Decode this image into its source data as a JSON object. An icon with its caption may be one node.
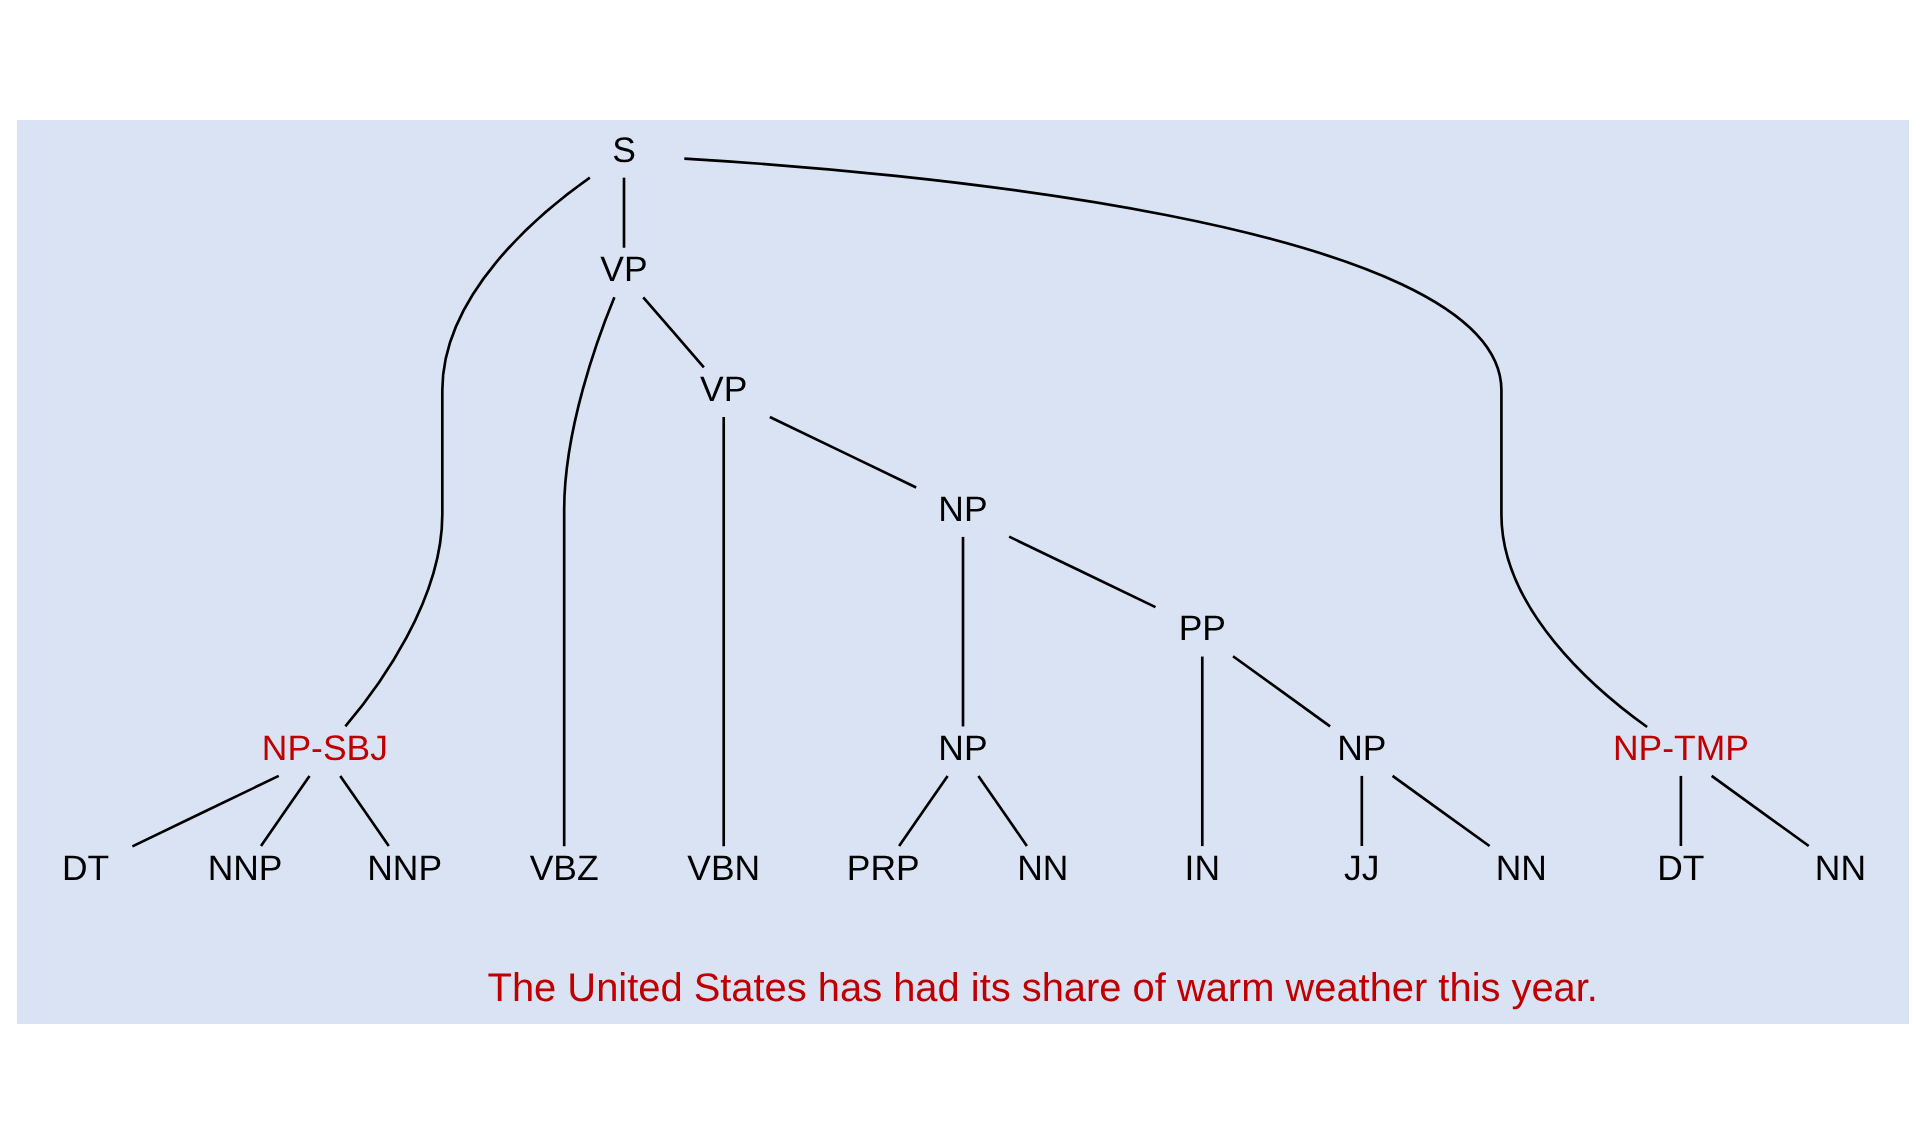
{
  "diagram": {
    "nodes": [
      {
        "text": [
          "S"
        ]
      },
      {
        "text": [
          "VP"
        ]
      },
      {
        "text": [
          "VP"
        ]
      },
      {
        "text": [
          "NP"
        ]
      },
      {
        "text": [
          "PP"
        ]
      },
      {
        "text": [
          "NP-SBJ"
        ]
      },
      {
        "text": [
          "NP"
        ]
      },
      {
        "text": [
          "NP"
        ]
      },
      {
        "text": [
          "NP-TMP"
        ]
      },
      {
        "text": [
          "DT"
        ]
      },
      {
        "text": [
          "NNP"
        ]
      },
      {
        "text": [
          "NNP"
        ]
      },
      {
        "text": [
          "VBZ"
        ]
      },
      {
        "text": [
          "VBN"
        ]
      },
      {
        "text": [
          "PRP"
        ]
      },
      {
        "text": [
          "NN"
        ]
      },
      {
        "text": [
          "IN"
        ]
      },
      {
        "text": [
          "JJ"
        ]
      },
      {
        "text": [
          "NN"
        ]
      },
      {
        "text": [
          "DT"
        ]
      },
      {
        "text": [
          "NN"
        ]
      }
    ],
    "edges": [
      {
        "from": 0,
        "to": 5,
        "arrow": "none"
      },
      {
        "from": 0,
        "to": 1,
        "arrow": "none"
      },
      {
        "from": 0,
        "to": 8,
        "arrow": "none"
      },
      {
        "from": 1,
        "to": 12,
        "arrow": "none"
      },
      {
        "from": 1,
        "to": 2,
        "arrow": "none"
      },
      {
        "from": 2,
        "to": 13,
        "arrow": "none"
      },
      {
        "from": 2,
        "to": 3,
        "arrow": "none"
      },
      {
        "from": 3,
        "to": 6,
        "arrow": "none"
      },
      {
        "from": 3,
        "to": 4,
        "arrow": "none"
      },
      {
        "from": 4,
        "to": 16,
        "arrow": "none"
      },
      {
        "from": 4,
        "to": 7,
        "arrow": "none"
      },
      {
        "from": 5,
        "to": 9,
        "arrow": "none"
      },
      {
        "from": 5,
        "to": 10,
        "arrow": "none"
      },
      {
        "from": 5,
        "to": 11,
        "arrow": "none"
      },
      {
        "from": 6,
        "to": 14,
        "arrow": "none"
      },
      {
        "from": 6,
        "to": 15,
        "arrow": "none"
      },
      {
        "from": 7,
        "to": 17,
        "arrow": "none"
      },
      {
        "from": 7,
        "to": 18,
        "arrow": "none"
      },
      {
        "from": 8,
        "to": 19,
        "arrow": "none"
      },
      {
        "from": 8,
        "to": 20,
        "arrow": "none"
      }
    ],
    "labels": [
      "The United States has had its share of warm weather this year."
    ]
  }
}
